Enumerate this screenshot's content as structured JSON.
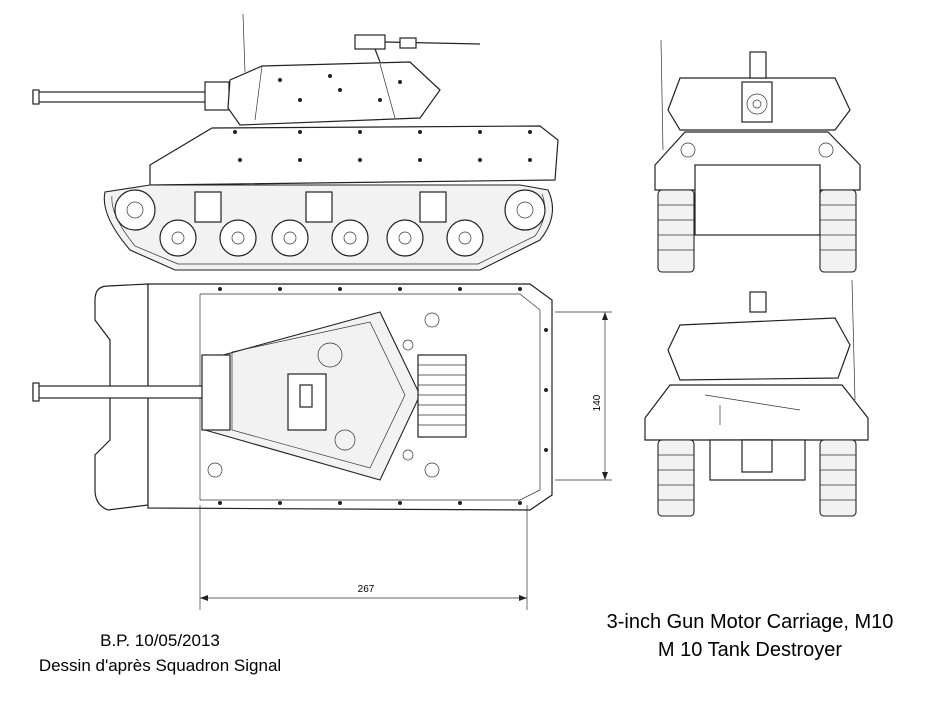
{
  "dimensions": {
    "height_label": "140",
    "length_label": "267"
  },
  "credit": {
    "line1": "B.P. 10/05/2013",
    "line2": "Dessin d'après Squadron Signal"
  },
  "title": {
    "line1": "3-inch Gun Motor Carriage, M10",
    "line2": "M 10 Tank Destroyer"
  }
}
